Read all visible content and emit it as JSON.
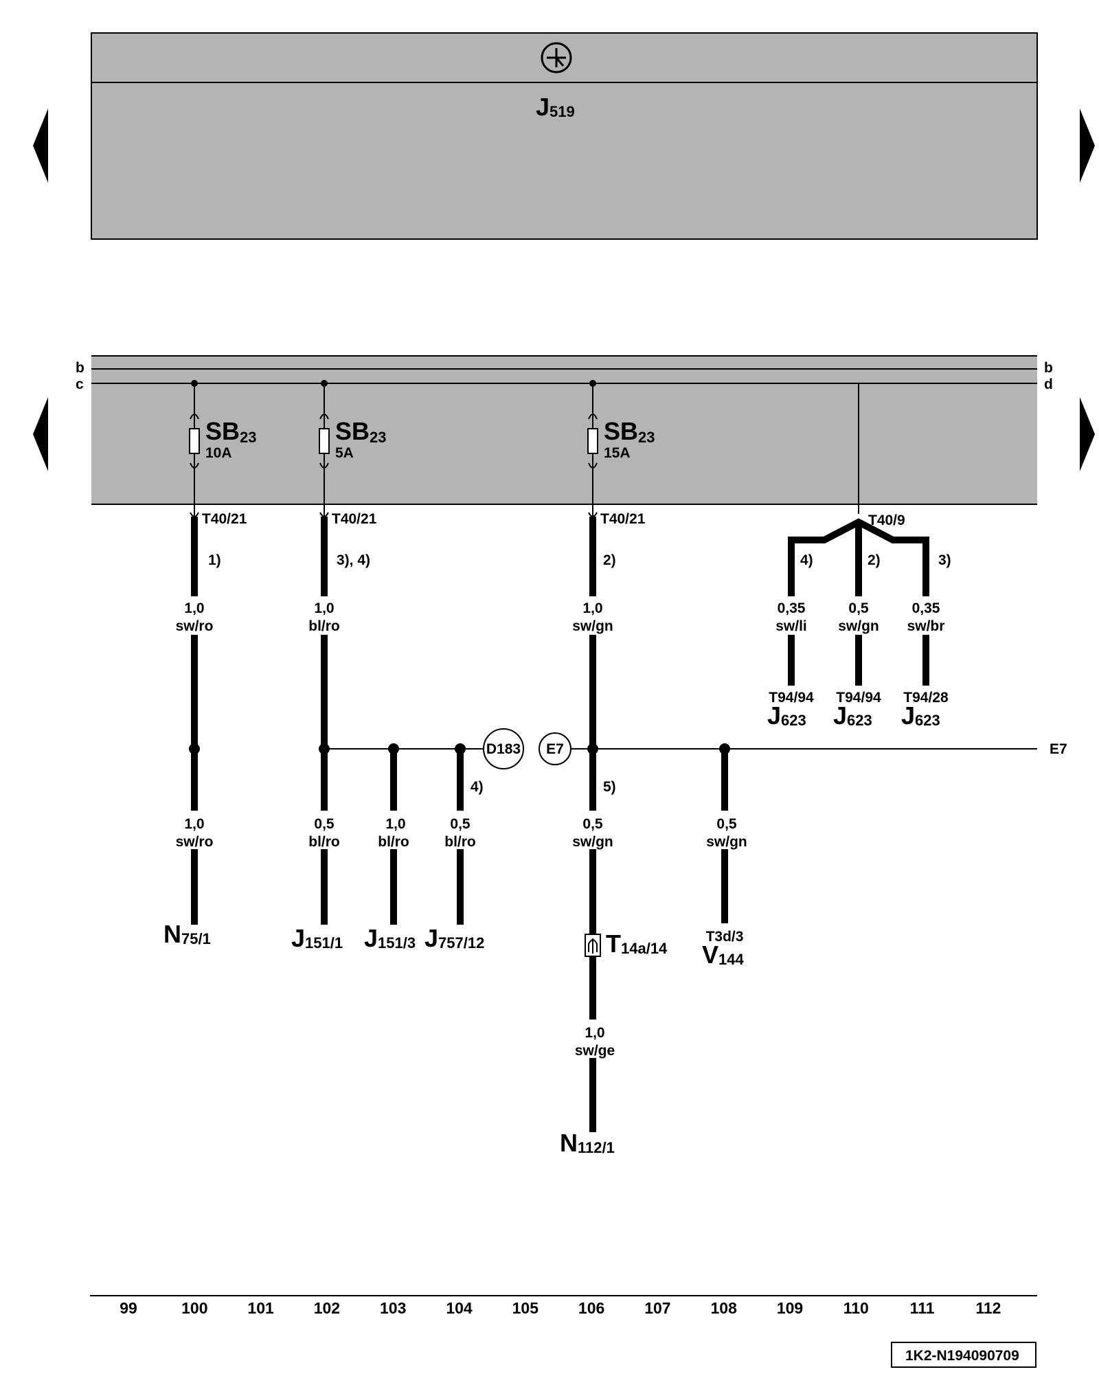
{
  "module": {
    "name": "J",
    "sub": "519"
  },
  "rails": {
    "b": "b",
    "c": "c",
    "d": "d"
  },
  "fuses": [
    {
      "name": "SB",
      "sub": "23",
      "rating": "10A",
      "pin": "T40/21",
      "note": "1)",
      "gauge": "1,0",
      "color": "sw/ro"
    },
    {
      "name": "SB",
      "sub": "23",
      "rating": "5A",
      "pin": "T40/21",
      "note": "3), 4)",
      "gauge": "1,0",
      "color": "bl/ro"
    },
    {
      "name": "SB",
      "sub": "23",
      "rating": "15A",
      "pin": "T40/21",
      "note": "2)",
      "gauge": "1,0",
      "color": "sw/gn"
    }
  ],
  "d_branch": {
    "pin": "T40/9",
    "wires": [
      {
        "note": "4)",
        "gauge": "0,35",
        "color": "sw/li",
        "term": "T94/94",
        "comp": "J",
        "comp_sub": "623"
      },
      {
        "note": "2)",
        "gauge": "0,5",
        "color": "sw/gn",
        "term": "T94/94",
        "comp": "J",
        "comp_sub": "623"
      },
      {
        "note": "3)",
        "gauge": "0,35",
        "color": "sw/br",
        "term": "T94/28",
        "comp": "J",
        "comp_sub": "623"
      }
    ]
  },
  "nodes": {
    "d183": "D183",
    "e7": "E7",
    "e7_right": "E7"
  },
  "lower": {
    "w100": {
      "gauge": "1,0",
      "color": "sw/ro",
      "comp": "N",
      "comp_sub": "75/1"
    },
    "w102": {
      "gauge": "0,5",
      "color": "bl/ro",
      "comp": "J",
      "comp_sub": "151/1"
    },
    "w103": {
      "gauge": "1,0",
      "color": "bl/ro",
      "comp": "J",
      "comp_sub": "151/3"
    },
    "w104": {
      "note": "4)",
      "gauge": "0,5",
      "color": "bl/ro",
      "comp": "J",
      "comp_sub": "757/12"
    },
    "w106": {
      "note": "5)",
      "gauge": "0,5",
      "color": "sw/gn",
      "conn": "T",
      "conn_sub": "14a/14",
      "gauge2": "1,0",
      "color2": "sw/ge",
      "comp": "N",
      "comp_sub": "112/1"
    },
    "w108": {
      "gauge": "0,5",
      "color": "sw/gn",
      "term": "T3d/3",
      "comp": "V",
      "comp_sub": "144"
    }
  },
  "ruler": [
    "99",
    "100",
    "101",
    "102",
    "103",
    "104",
    "105",
    "106",
    "107",
    "108",
    "109",
    "110",
    "111",
    "112"
  ],
  "doc_id": "1K2-N194090709",
  "colors": {
    "panel": "#b4b4b4",
    "line": "#000000",
    "background": "#ffffff"
  }
}
